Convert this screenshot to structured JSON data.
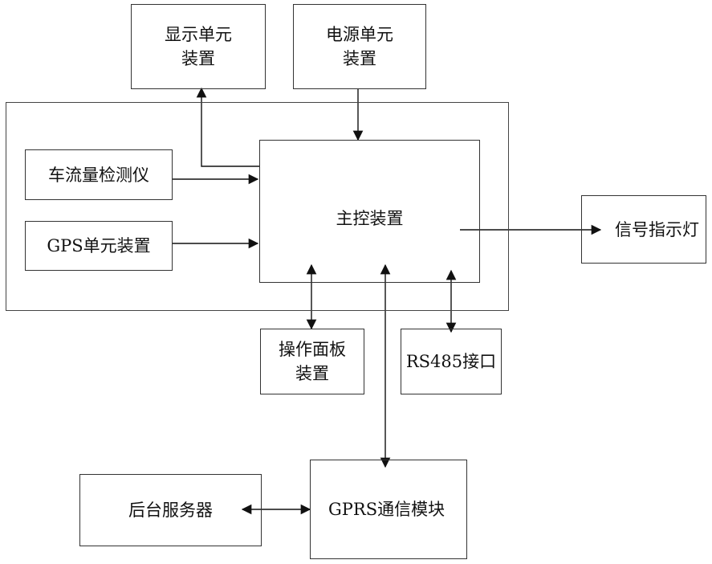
{
  "diagram": {
    "nodes": {
      "display_unit": "显示单元\n装置",
      "power_unit": "电源单元\n装置",
      "traffic_detector": "车流量检测仪",
      "gps_unit": "GPS单元装置",
      "main_control": "主控装置",
      "signal_light": "信号指示灯",
      "operation_panel": "操作面板\n装置",
      "rs485": "RS485接口",
      "backend_server": "后台服务器",
      "gprs_module": "GPRS通信模块"
    }
  },
  "colors": {
    "line": "#111111",
    "box_border": "#333333",
    "background": "#ffffff"
  }
}
